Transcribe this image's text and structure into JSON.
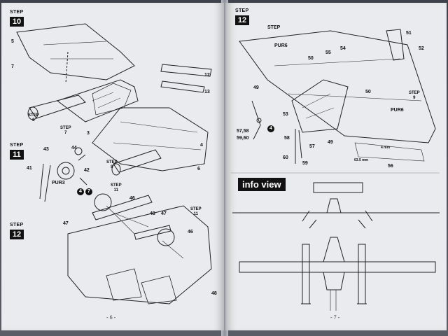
{
  "left_page": {
    "page_number": "- 6 -",
    "steps": [
      {
        "label": "STEP",
        "number": "10"
      },
      {
        "label": "STEP",
        "number": "11"
      },
      {
        "label": "STEP",
        "number": "12"
      }
    ],
    "callouts": {
      "c5": "5",
      "c7": "7",
      "c12": "12",
      "c13": "13",
      "c3": "3",
      "c4": "4",
      "c6": "6",
      "c43": "43",
      "c44": "44",
      "c41": "41",
      "c42": "42",
      "pur3": "PUR3",
      "c46a": "46",
      "c47a": "47",
      "c48a": "48",
      "c47b": "47",
      "c46b": "46",
      "c48b": "48"
    },
    "refs": {
      "step8a": "STEP\n8",
      "step7": "STEP\n7",
      "step8b": "STEP\n8",
      "step11a": "STEP\n11",
      "step11b": "STEP\n11"
    },
    "badges": {
      "b4": "4",
      "b7": "7"
    }
  },
  "right_page": {
    "page_number": "- 7 -",
    "step": {
      "label": "STEP",
      "number": "12"
    },
    "info_view_label": "info view",
    "callouts": {
      "step_top": "STEP",
      "pur6a": "PUR6",
      "c50a": "50",
      "c55": "55",
      "c54": "54",
      "c51": "51",
      "c52": "52",
      "c49a": "49",
      "c50b": "50",
      "c53": "53",
      "pur6b": "PUR6",
      "c5758": "57,58",
      "c5960": "59,60",
      "c58": "58",
      "c57": "57",
      "c49b": "49",
      "c60": "60",
      "c59": "59",
      "c56": "56",
      "dim": "4 mm",
      "c635": "63.5 mm"
    },
    "refs": {
      "step9": "STEP\n9"
    },
    "badges": {
      "b4r": "4"
    }
  }
}
